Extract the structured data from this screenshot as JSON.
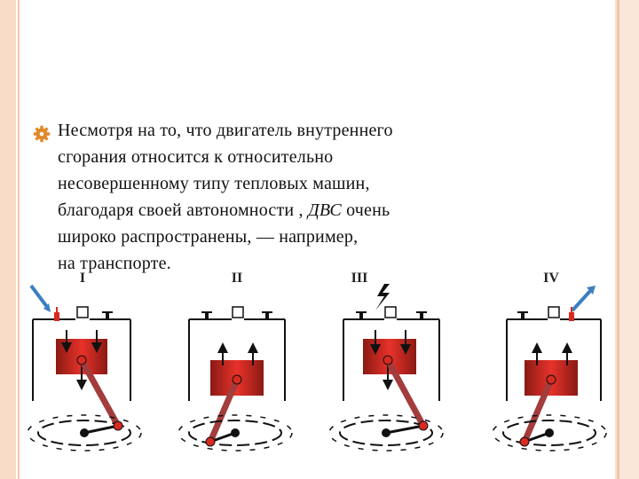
{
  "slide": {
    "text_lines": [
      "Несмотря на то, что двигатель внутреннего",
      "сгорания относится к относительно",
      "несовершенному типу тепловых машин,",
      "благодаря своей автономности  , ",
      " очень",
      "широко распространены, — например,",
      "на транспорте."
    ],
    "italic_term": "ДВС",
    "bullet_icon": "gear-bullet-icon",
    "bullet_color": "#e3892b",
    "frame_color": "#f3c4a8"
  },
  "diagram": {
    "stroke_labels": [
      "I",
      "II",
      "III",
      "IV"
    ],
    "piston_color": "#d82a20",
    "rod_color": "#a33c3c",
    "arrow_color": "#3b7fc2",
    "icons": [
      "intake-arrow-icon",
      "spark-icon",
      "exhaust-arrow-icon"
    ]
  }
}
